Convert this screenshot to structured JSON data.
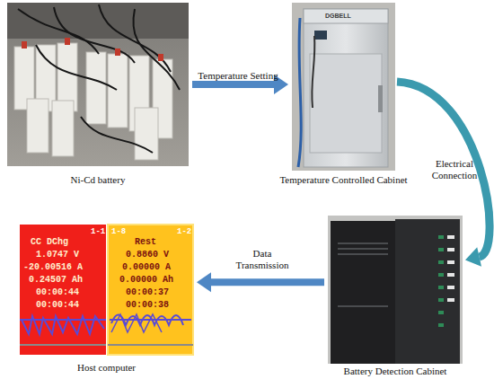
{
  "diagram": {
    "nodes": [
      {
        "text": [
          "Ni-Cd battery"
        ]
      },
      {
        "text": [
          "Temperature Controlled Cabinet"
        ]
      },
      {
        "text": [
          "Host computer"
        ]
      },
      {
        "text": [
          "Battery Detection Cabinet"
        ]
      }
    ],
    "edges": [
      {
        "from": 0,
        "to": 1,
        "label": "Temperature Setting",
        "arrow": "to"
      },
      {
        "from": 1,
        "to": 3,
        "label": "Electrical Connection",
        "arrow": "to"
      },
      {
        "from": 3,
        "to": 2,
        "label": "Data Transmission",
        "arrow": "to"
      }
    ],
    "labels": [
      "DGBELL",
      "1-1",
      "CC DChg",
      "1.0747 V",
      "-20.00516 A",
      "0.24507 Ah",
      "00:00:44",
      "00:00:44",
      "1-8",
      "1-2",
      "Rest",
      "0.8860 V",
      "0.00000 A",
      "0.00000 Ah",
      "00:00:37",
      "00:00:38"
    ]
  }
}
